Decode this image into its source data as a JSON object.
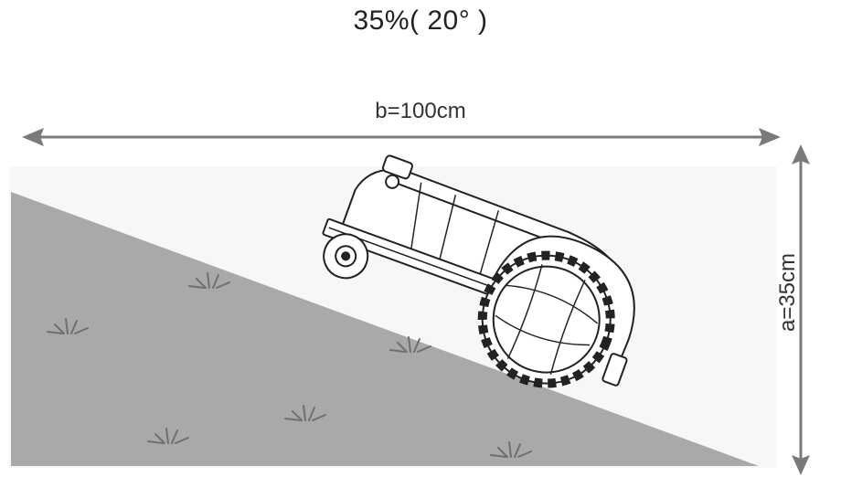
{
  "title": "35%( 20° )",
  "width_label": "b=100cm",
  "height_label": "a=35cm",
  "colors": {
    "slope_fill": "#a9a9ab",
    "arrow": "#7a7a7a",
    "grass": "#6f6f72",
    "mower_stroke": "#222222",
    "mower_fill": "#ffffff"
  },
  "icons": [
    "double-arrow-horizontal",
    "double-arrow-vertical",
    "robot-mower",
    "grass-tuft"
  ]
}
